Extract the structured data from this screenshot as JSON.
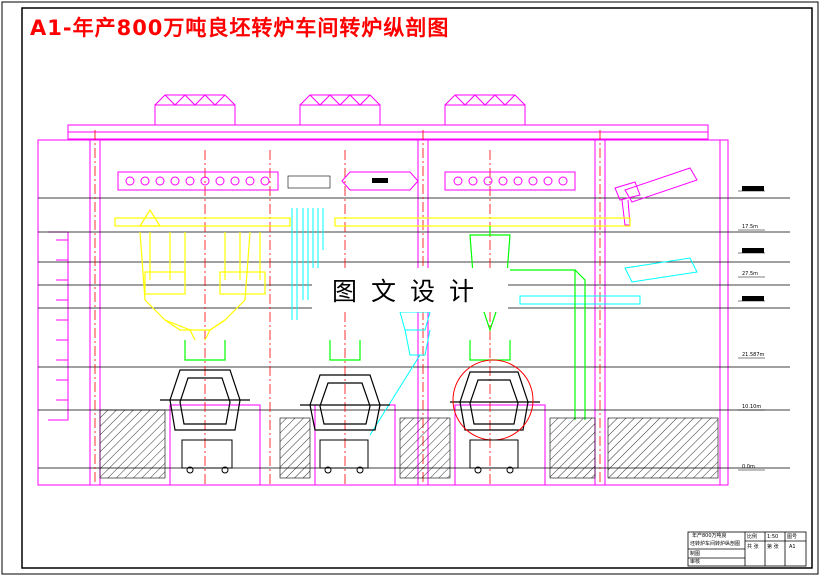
{
  "drawing": {
    "title": "A1-年产800万吨良坯转炉车间转炉纵剖图",
    "watermark": "图文设计",
    "colors": {
      "frame": "#000000",
      "structure": "#ff00ff",
      "gridline": "#ff0000",
      "feeding_system": "#ffff00",
      "alloy_system": "#00ffff",
      "oxygen_lance_system": "#00ff00",
      "hatching": "#000000"
    },
    "elevations": [
      "17.5m",
      "27.5m",
      "21.587m",
      "10.10m",
      "0.0m"
    ],
    "components": [
      "overhead-crane",
      "bunker",
      "belt-conveyor",
      "converter",
      "ladle-car",
      "oxygen-lance",
      "alloy-hopper",
      "exhaust-hood"
    ],
    "title_block": {
      "name_line1": "年产800万吨良",
      "name_line2": "坯转炉车间转炉纵剖图",
      "scale_label": "比例",
      "scale_value": "1:50",
      "sheet_label": "图号",
      "sheet_value": "A1",
      "drawn_label": "制图",
      "checked_label": "审核",
      "count_label": "共 张",
      "page_label": "第 张"
    }
  }
}
